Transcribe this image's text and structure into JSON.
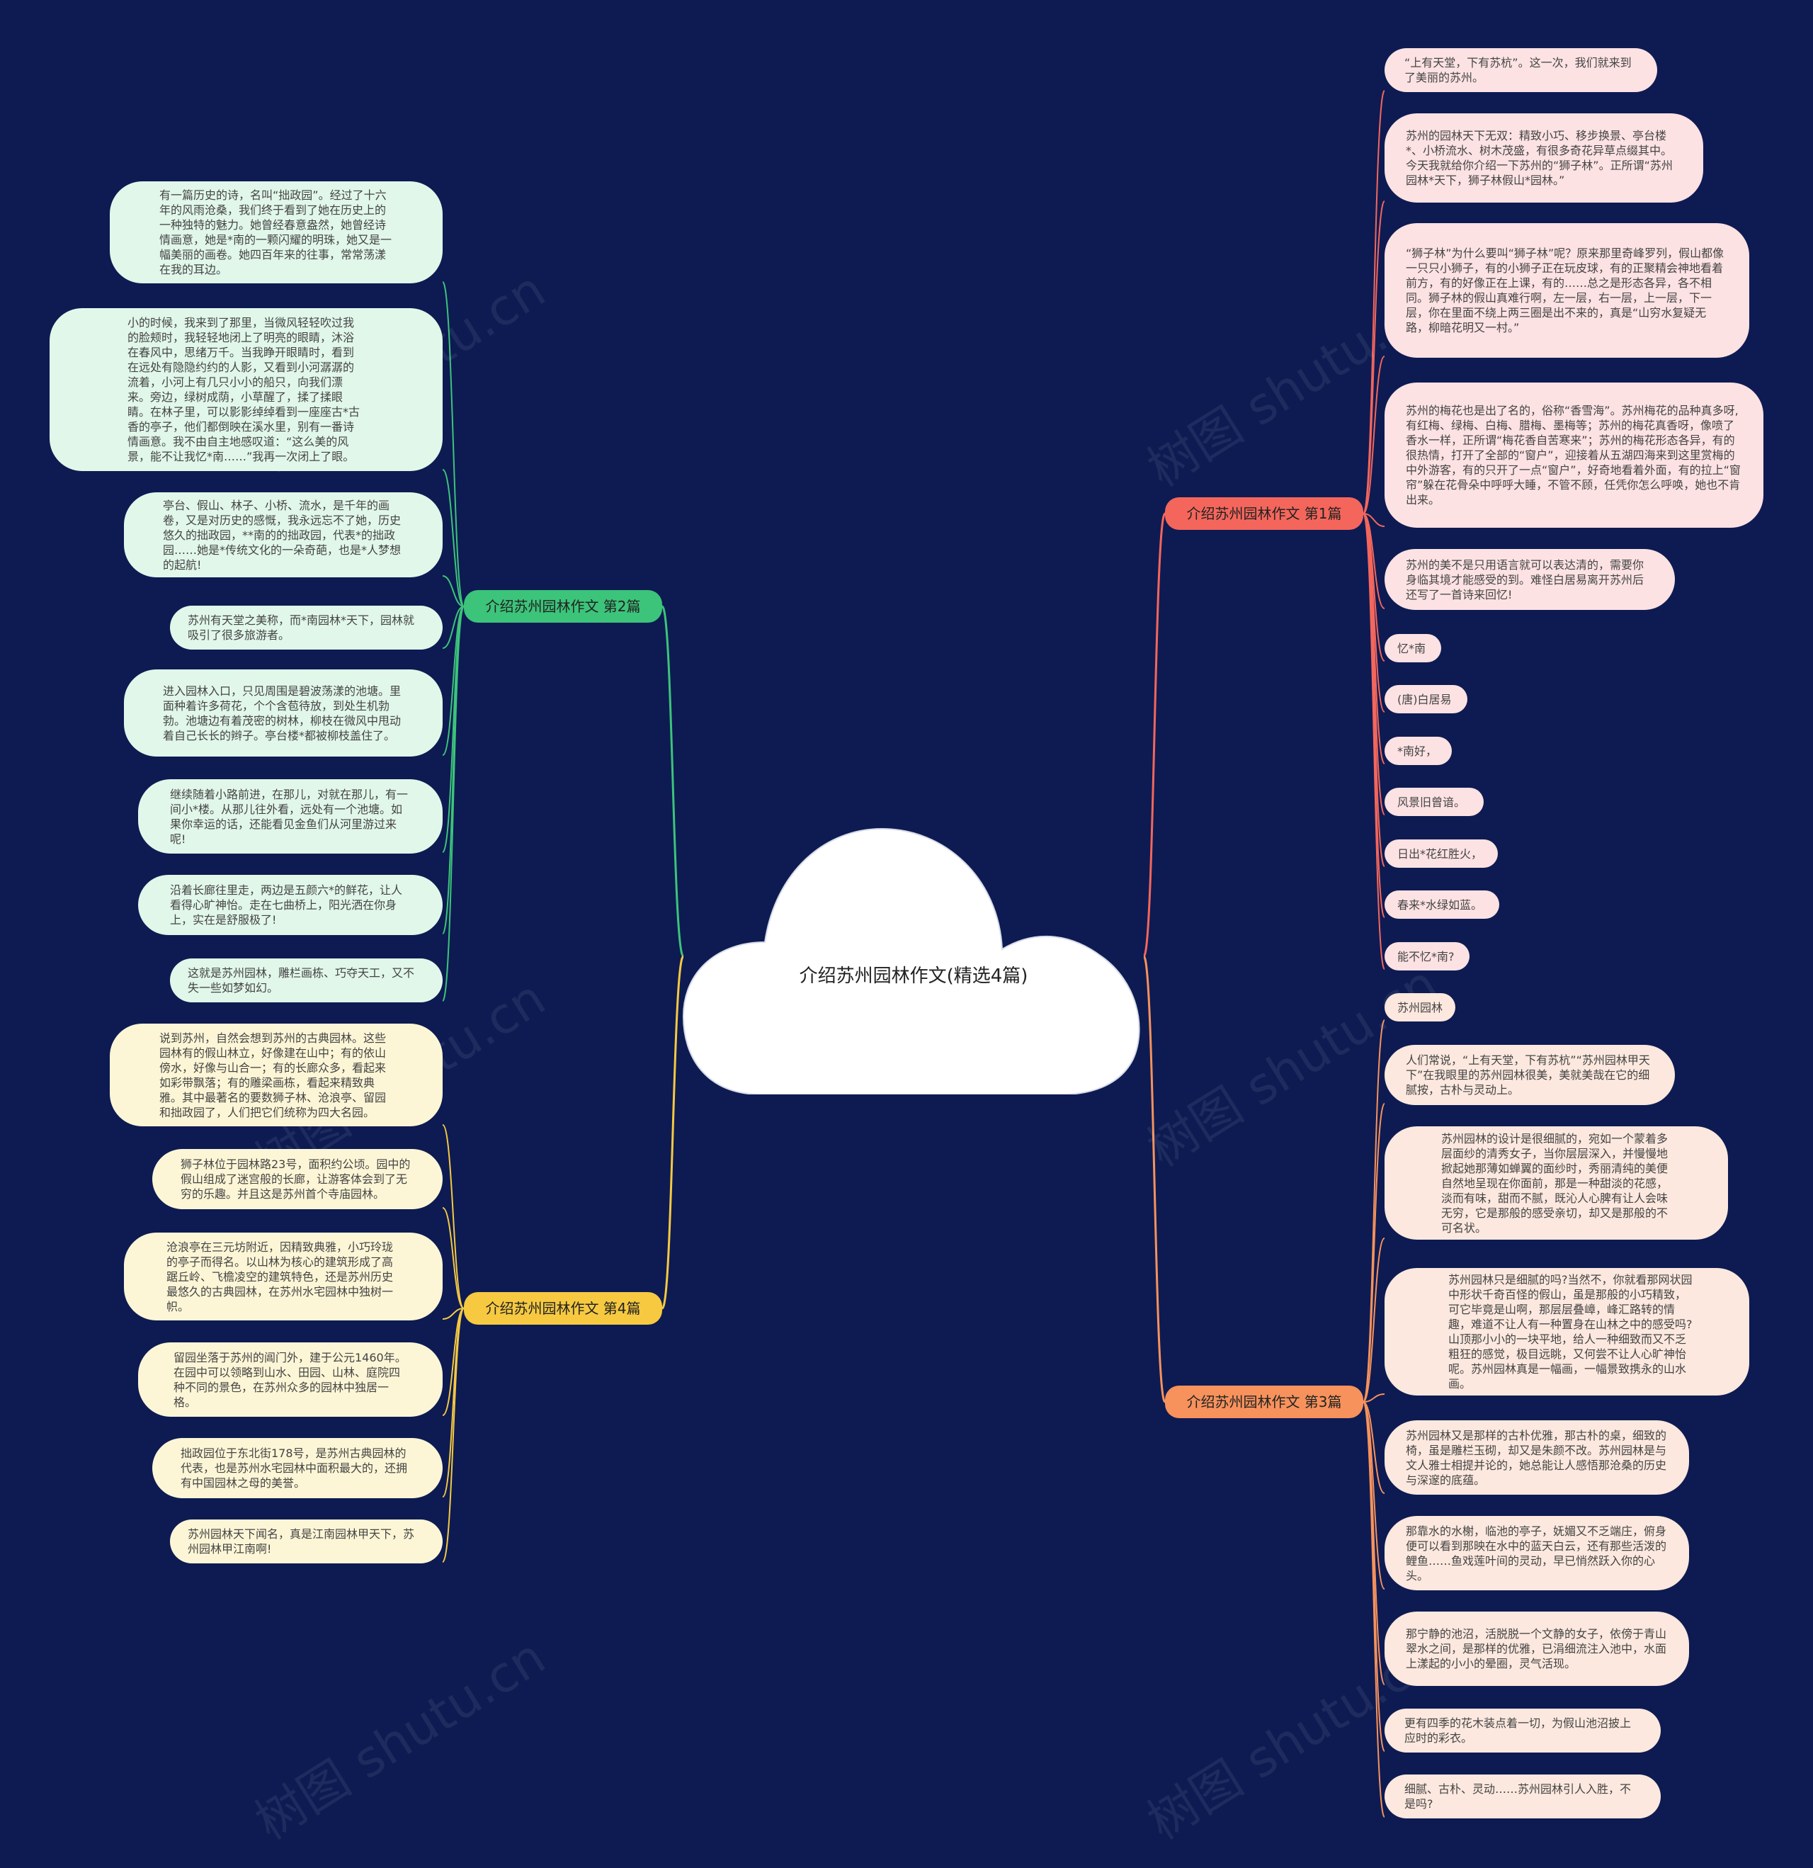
{
  "title": "介绍苏州园林作文(精选4篇)",
  "watermark": "树图 shutu.cn",
  "colors": {
    "background": "#0d1b52",
    "branch1": "#f4665c",
    "branch2": "#3cc47a",
    "branch3": "#f7925c",
    "branch4": "#f6c941"
  },
  "branches": [
    {
      "label": "介绍苏州园林作文 第1篇",
      "leaves": [
        "“上有天堂，下有苏杭”。这一次，我们就来到了美丽的苏州。",
        "苏州的园林天下无双：精致小巧、移步换景、亭台楼*、小桥流水、树木茂盛，有很多奇花异草点缀其中。今天我就给你介绍一下苏州的“狮子林”。正所谓“苏州园林*天下，狮子林假山*园林。”",
        "“狮子林”为什么要叫“狮子林”呢？原来那里奇峰罗列，假山都像一只只小狮子，有的小狮子正在玩皮球，有的正聚精会神地看着前方，有的好像正在上课，有的……总之是形态各异，各不相同。狮子林的假山真难行啊，左一层，右一层，上一层，下一层，你在里面不绕上两三圈是出不来的，真是“山穷水复疑无路，柳暗花明又一村。”",
        "苏州的梅花也是出了名的，俗称“香雪海”。苏州梅花的品种真多呀,有红梅、绿梅、白梅、腊梅、墨梅等；苏州的梅花真香呀，像喷了香水一样，正所谓“梅花香自苦寒来”；苏州的梅花形态各异，有的很热情，打开了全部的“窗户”，迎接着从五湖四海来到这里赏梅的中外游客，有的只开了一点“窗户”，好奇地看着外面，有的拉上“窗帘”躲在花骨朵中呼呼大睡，不管不顾，任凭你怎么呼唤，她也不肯出来。",
        "苏州的美不是只用语言就可以表达清的，需要你身临其境才能感受的到。难怪白居易离开苏州后还写了一首诗来回忆!",
        "忆*南",
        "(唐)白居易",
        "*南好，",
        "风景旧曾谙。",
        "日出*花红胜火，",
        "春来*水绿如蓝。",
        "能不忆*南?"
      ]
    },
    {
      "label": "介绍苏州园林作文 第2篇",
      "leaves": [
        "有一篇历史的诗，名叫“拙政园”。经过了十六年的风雨沧桑，我们终于看到了她在历史上的一种独特的魅力。她曾经春意盎然，她曾经诗情画意，她是*南的一颗闪耀的明珠，她又是一幅美丽的画卷。她四百年来的往事，常常荡漾在我的耳边。",
        "小的时候，我来到了那里，当微风轻轻吹过我的脸颊时，我轻轻地闭上了明亮的眼睛，沐浴在春风中，思绪万千。当我睁开眼睛时，看到在远处有隐隐约约的人影，又看到小河潺潺的流着，小河上有几只小小的船只，向我们漂来。旁边，绿树成荫，小草醒了，揉了揉眼睛。在林子里，可以影影绰绰看到一座座古*古香的亭子，他们都倒映在溪水里，别有一番诗情画意。我不由自主地感叹道：“这么美的风景，能不让我忆*南……”我再一次闭上了眼。",
        "亭台、假山、林子、小桥、流水，是千年的画卷，又是对历史的感慨，我永远忘不了她，历史悠久的拙政园，**南的的拙政园，代表*的拙政园……她是*传统文化的一朵奇葩，也是*人梦想的起航!",
        "苏州有天堂之美称，而*南园林*天下，园林就吸引了很多旅游者。",
        "进入园林入口，只见周围是碧波荡漾的池塘。里面种着许多荷花，个个含苞待放，到处生机勃勃。池塘边有着茂密的树林，柳枝在微风中甩动着自己长长的辫子。亭台楼*都被柳枝盖住了。",
        "继续随着小路前进，在那儿，对就在那儿，有一间小*楼。从那儿往外看，远处有一个池塘。如果你幸运的话，还能看见金鱼们从河里游过来呢!",
        "沿着长廊往里走，两边是五颜六*的鲜花，让人看得心旷神怡。走在七曲桥上，阳光洒在你身上，实在是舒服极了!",
        "这就是苏州园林，雕栏画栋、巧夺天工，又不失一些如梦如幻。"
      ]
    },
    {
      "label": "介绍苏州园林作文 第3篇",
      "leaves": [
        "苏州园林",
        "人们常说，“上有天堂，下有苏杭”“苏州园林甲天下”在我眼里的苏州园林很美，美就美哉在它的细腻按，古朴与灵动上。",
        "苏州园林的设计是很细腻的，宛如一个蒙着多层面纱的清秀女子，当你层层深入，并慢慢地掀起她那薄如蝉翼的面纱时，秀丽清纯的美便自然地呈现在你面前，那是一种甜淡的花感，淡而有味，甜而不腻，既沁人心脾有让人会味无穷，它是那般的感受亲切，却又是那般的不可名状。",
        "苏州园林只是细腻的吗?当然不，你就看那网状园中形状千奇百怪的假山，虽是那般的小巧精致，可它毕竟是山啊，那层层叠嶂，峰汇路转的情趣，难道不让人有一种置身在山林之中的感受吗?山顶那小小的一块平地，给人一种细致而又不乏粗狂的感觉，极目远眺，又何尝不让人心旷神怡呢。苏州园林真是一幅画，一幅景致携永的山水画。",
        "苏州园林又是那样的古朴优雅，那古朴的桌，细致的椅，虽是雕栏玉砌，却又是朱颜不改。苏州园林是与文人雅士相提并论的，她总能让人感悟那沧桑的历史与深邃的底蕴。",
        "那靠水的水榭，临池的亭子，妩媚又不乏端庄，俯身便可以看到那映在水中的蓝天白云，还有那些活泼的鲤鱼……鱼戏莲叶间的灵动，早已悄然跃入你的心头。",
        "那宁静的池沼，活脱脱一个文静的女子，依傍于青山翠水之间，是那样的优雅，已涓细流注入池中，水面上漾起的小小的晕圈，灵气活现。",
        "更有四季的花木装点着一切，为假山池沼披上应时的彩衣。",
        "细腻、古朴、灵动……苏州园林引人入胜，不是吗?"
      ]
    },
    {
      "label": "介绍苏州园林作文 第4篇",
      "leaves": [
        "说到苏州，自然会想到苏州的古典园林。这些园林有的假山林立，好像建在山中；有的依山傍水，好像与山合一；有的长廊众多，看起来如彩带飘落；有的雕梁画栋，看起来精致典雅。其中最著名的要数狮子林、沧浪亭、留园和拙政园了，人们把它们统称为四大名园。",
        "狮子林位于园林路23号，面积约公顷。园中的假山组成了迷宫般的长廊，让游客体会到了无穷的乐趣。并且这是苏州首个寺庙园林。",
        "沧浪亭在三元坊附近，因精致典雅，小巧玲珑的亭子而得名。以山林为核心的建筑形成了高踞丘岭、飞檐凌空的建筑特色，还是苏州历史最悠久的古典园林，在苏州水宅园林中独树一帜。",
        "留园坐落于苏州的阊门外，建于公元1460年。在园中可以领略到山水、田园、山林、庭院四种不同的景色，在苏州众多的园林中独居一格。",
        "拙政园位于东北街178号，是苏州古典园林的代表，也是苏州水宅园林中面积最大的，还拥有中国园林之母的美誉。",
        "苏州园林天下闻名，真是江南园林甲天下，苏州园林甲江南啊!"
      ]
    }
  ]
}
